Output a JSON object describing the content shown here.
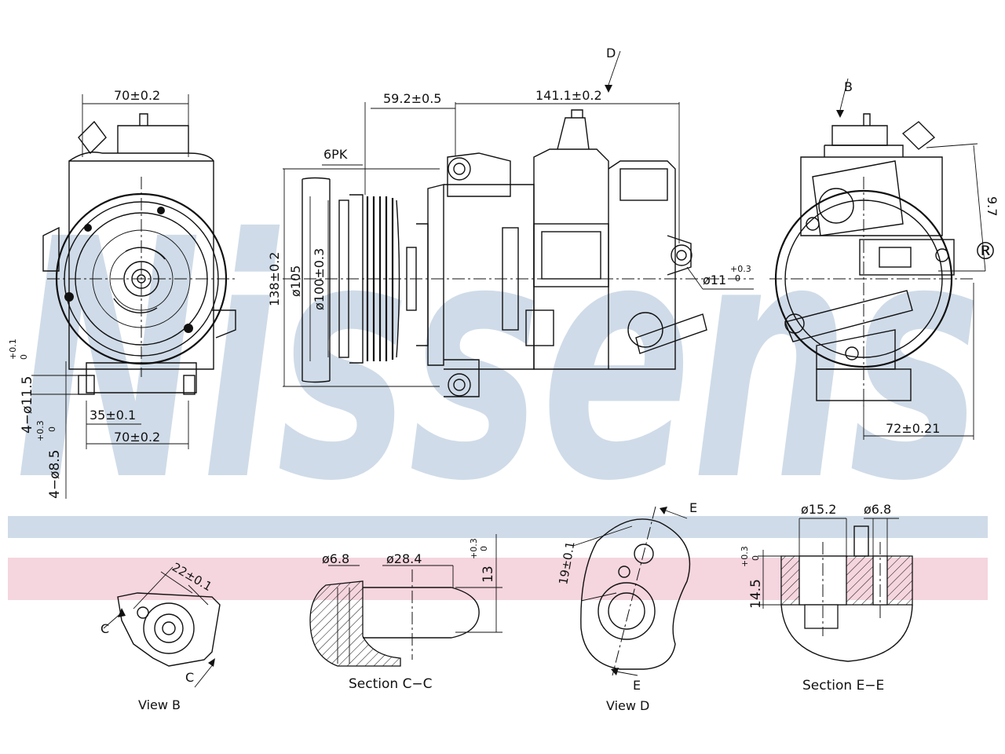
{
  "watermark": {
    "text": "Nissens",
    "registered_mark": "®"
  },
  "colors": {
    "line": "#111111",
    "watermark": "#a9bfd6",
    "band_blue": "#cfdbe8",
    "band_pink": "#f5d5de"
  },
  "front_view": {
    "width_top": "70±0.2",
    "width_bottom": "70±0.2",
    "hole_spacing": "35±0.1",
    "hole_upper_main": "4−ø11.5",
    "hole_upper_tol": "+0.1",
    "hole_upper_tol_low": "0",
    "hole_lower_main": "4−ø8.5",
    "hole_lower_tol": "+0.3",
    "hole_lower_tol_low": "0"
  },
  "side_view": {
    "pulley_offset": "59.2±0.5",
    "length": "141.1±0.2",
    "view_arrow": "D",
    "belt": "6PK",
    "height": "138±0.2",
    "pulley_dia": "ø105",
    "pulley_inner": "ø100±0.3",
    "mount_hole_main": "ø11",
    "mount_hole_tol": "+0.3",
    "mount_hole_tol_low": "0"
  },
  "rear_view": {
    "view_arrow": "B",
    "dim_right": "9.7",
    "dim_bottom": "72±0.21"
  },
  "view_b": {
    "dim": "22±0.1",
    "section_mark_1": "C",
    "section_mark_2": "C",
    "caption": "View B"
  },
  "section_cc": {
    "dia_small": "ø6.8",
    "dia_large": "ø28.4",
    "height_main": "13",
    "height_tol": "+0.3",
    "height_tol_low": "0",
    "caption": "Section C−C"
  },
  "view_d": {
    "dim": "19±0.1",
    "section_mark_1": "E",
    "section_mark_2": "E",
    "caption": "View D"
  },
  "section_ee": {
    "dia_large": "ø15.2",
    "dia_small": "ø6.8",
    "height_main": "14.5",
    "height_tol": "+0.3",
    "height_tol_low": "0",
    "caption": "Section E−E"
  }
}
